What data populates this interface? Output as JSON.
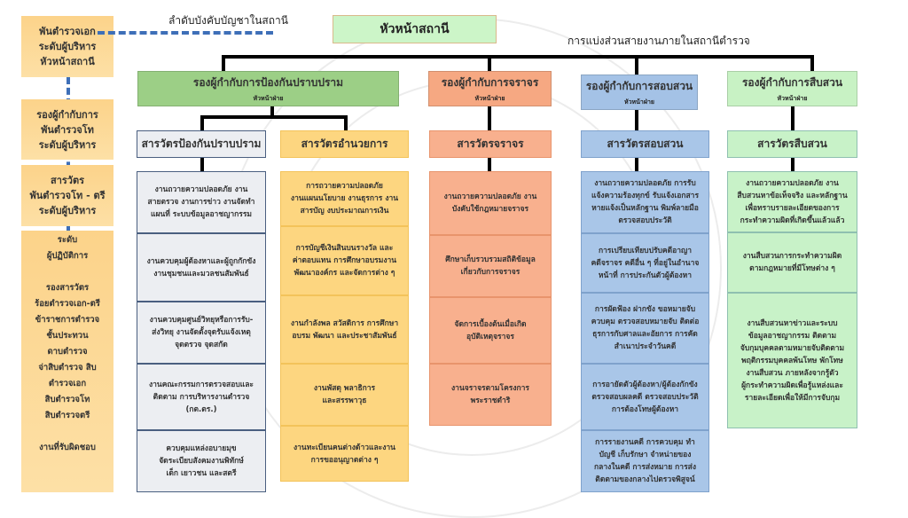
{
  "title": "หัวหน้าสถานี",
  "chain_label": "ลำดับบังคับบัญชาในสถานี",
  "subtitle": "การแบ่งส่วนสายงานภายในสถานีตำรวจ",
  "levels": [
    "พันตำรวจเอก\nระดับผู้บริหาร\nหัวหน้าสถานี",
    "รองผู้กำกับการ\nพันตำรวจโท\nระดับผู้บริหาร",
    "สารวัตร\nพันตำรวจโท - ตรี\nระดับผู้บริหาร",
    "ระดับ\nผู้ปฏิบัติการ\n\nรองสารวัตร\nร้อยตำรวจเอก-ตรี\nข้าราชการตำรวจ\nชั้นประทวน\nดาบตำรวจ\nจ่าสิบตำรวจ สิบ\nตำรวจเอก\nสิบตำรวจโท\nสิบตำรวจตรี\n\nงานที่รับผิดชอบ"
  ],
  "deputies": [
    {
      "title": "รองผู้กำกับการป้องกันปราบปราม",
      "sub": "หัวหน้าฝ่าย",
      "color": "#9ccf86"
    },
    {
      "title": "รองผู้กำกับการจราจร",
      "sub": "หัวหน้าฝ่าย",
      "color": "#f6a882"
    },
    {
      "title": "รองผู้กำกับการสอบสวน",
      "sub": "หัวหน้าฝ่าย",
      "color": "#a4c2e6"
    },
    {
      "title": "รองผู้กำกับการสืบสวน",
      "sub": "หัวหน้าฝ่าย",
      "color": "#c8f2c4"
    }
  ],
  "columns": [
    {
      "title": "สารวัตรป้องกันปราบปราม",
      "color": "#eceef2",
      "border": "#4a5f80",
      "items": [
        "งานถวายความปลอดภัย งาน\nสายตรวจ งานการข่าว งานจัดทำ\nแผนที่ ระบบข้อมูลอาชญากรรม",
        "งานควบคุมผู้ต้องหาและผู้ถูกกักขัง\nงานชุมชนและมวลชนสัมพันธ์",
        "งานควบคุมศูนย์วิทยุหรือการรับ-\nส่งวิทยุ งานจัดตั้งจุดรับแจ้งเหตุ\nจุดตรวจ จุดสกัด",
        "งานคณะกรรมการตรวจสอบและ\nติดตาม การบริหารงานตำรวจ\n(กต.ตร.)",
        "ควบคุมแหล่งอบายมุข\nจัดระเบียบสังคมงานพิทักษ์\nเด็ก เยาวชน และสตรี"
      ]
    },
    {
      "title": "สารวัตรอำนวยการ",
      "color": "#fdd680",
      "border": "#f3c35a",
      "items": [
        "การถวายความปลอดภัย\nงานแผนนโยบาย งานธุรการ งาน\nสารบัญ งบประมาณการเงิน",
        "การบัญชีเงินสินบนรางวัล และ\nค่าตอบแทน การศึกษาอบรมงาน\nพัฒนาองค์กร และจัดการต่าง ๆ",
        "งานกำลังพล สวัสดิการ การศึกษา\nอบรม พัฒนา และประชาสัมพันธ์",
        "งานพัสดุ พลาธิการ\nและสรรพาวุธ",
        "งานทะเบียนคนต่างด้าวและงาน\nการขออนุญาตต่าง ๆ"
      ]
    },
    {
      "title": "สารวัตรจราจร",
      "color": "#f8b08e",
      "border": "#e8946c",
      "items": [
        "งานถวายความปลอดภัย งาน\nบังคับใช้กฎหมายจราจร",
        "ศึกษาเก็บรวบรวมสถิติข้อมูล\nเกี่ยวกับการจราจร",
        "จัดการเบื้องต้นเมื่อเกิด\nอุบัติเหตุจราจร",
        "งานจราจรตามโครงการ\nพระราชดำริ"
      ]
    },
    {
      "title": "สารวัตรสอบสวน",
      "color": "#a9c6e8",
      "border": "#7fa2cc",
      "items": [
        "งานถวายความปลอดภัย การรับ\nแจ้งความร้องทุกข์ รับแจ้งเอกสาร\nหายแจ้งเป็นหลักฐาน พิมพ์ลายมือ\nตรวจสอบประวัติ",
        "การเปรียบเทียบปรับคดีอาญา\nคดีจราจร คดีอื่น ๆ ที่อยู่ในอำนาจ\nหน้าที่ การประกันตัวผู้ต้องหา",
        "การผัดฟ้อง ฝากขัง ขอหมายจับ\nควบคุม ตรวจสอบหมายจับ ติดต่อ\nธุรการกับศาลและอัยการ การคัด\nสำเนาประจำวันคดี",
        "การอายัดตัวผู้ต้องหา/ผู้ต้องกักขัง\nตรวจสอบผลคดี ตรวจสอบประวัติ\nการต้องโทษผู้ต้องหา",
        "การรายงานคดี การควบคุม ทำ\nบัญชี เก็บรักษา จำหน่ายของ\nกลางในคดี การส่งหมาย การส่ง\nติดตามของกลางไปตรวจพิสูจน์"
      ]
    },
    {
      "title": "สารวัตรสืบสวน",
      "color": "#c8f2c8",
      "border": "#8fc0b0",
      "items": [
        "งานถวายความปลอดภัย งาน\nสืบสวนหาข้อเท็จจริง และหลักฐาน\nเพื่อทราบรายละเอียดของการ\nกระทำความผิดที่เกิดขึ้นแล้วแล้ว",
        "งานสืบสวนการกระทำความผิด\nตามกฎหมายที่มีโทษต่าง ๆ",
        "งานสืบสวนหาข่าวและระบบ\nข้อมูลอาชญากรรม ติดตาม\nจับกุมบุคคลตามหมายจับติดตาม\nพฤติกรรมบุคคลพ้นโทษ พักโทษ\nงานสืบสวน ภายหลังจากรู้ตัว\nผู้กระทำความผิดเพื่อรู้แหล่งและ\nรายละเอียดเพื่อให้มีการจับกุม"
      ]
    }
  ]
}
